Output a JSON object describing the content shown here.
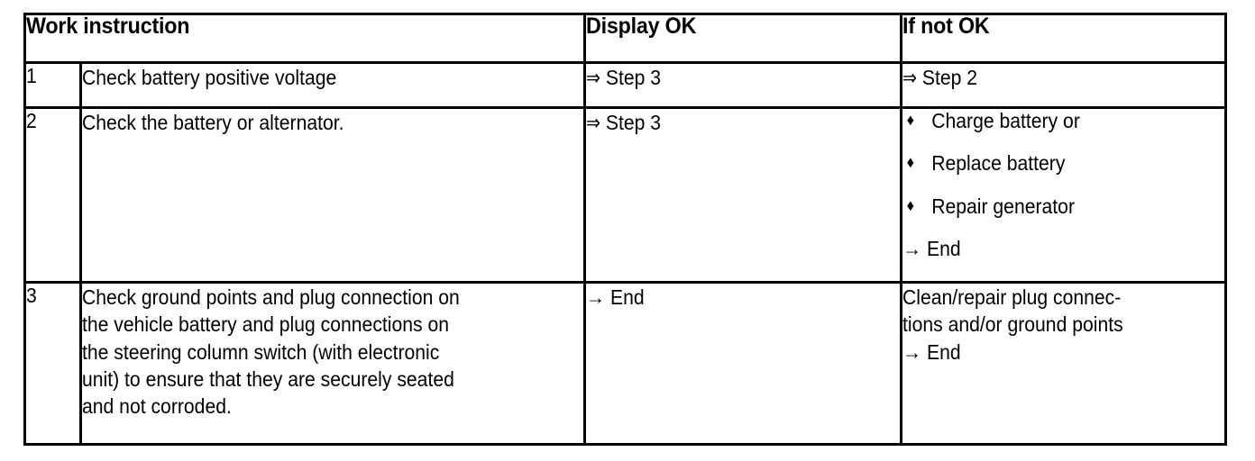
{
  "document": {
    "type": "work-instruction-table",
    "columns": [
      {
        "key": "num",
        "label": ""
      },
      {
        "key": "instr",
        "label": "Work instruction"
      },
      {
        "key": "ok",
        "label": "Display OK"
      },
      {
        "key": "notok",
        "label": "If not OK"
      }
    ],
    "glyphs": {
      "double_arrow": "⇒",
      "single_arrow": "→",
      "bullet_diamond": "♦"
    },
    "rows": [
      {
        "num": "1",
        "instruction": "Check battery positive voltage",
        "display_ok": "⇒ Step 3",
        "if_not_ok": "⇒ Step 2"
      },
      {
        "num": "2",
        "instruction": "Check the battery or alternator.",
        "display_ok": "⇒ Step 3",
        "if_not_ok_bullets": [
          "Charge battery or",
          "Replace battery",
          "Repair generator"
        ],
        "if_not_ok_end": "→ End"
      },
      {
        "num": "3",
        "instruction": "Check ground points and plug connection on\nthe vehicle battery and plug connections on\nthe steering column switch (with electronic\nunit) to ensure that they are securely seated\nand not corroded.",
        "display_ok": "→ End",
        "if_not_ok": "Clean/repair plug connec-\ntions and/or ground points",
        "if_not_ok_end": "→ End"
      }
    ]
  },
  "style": {
    "border_color": "#000000",
    "text_color": "#000000",
    "background": "#ffffff"
  }
}
